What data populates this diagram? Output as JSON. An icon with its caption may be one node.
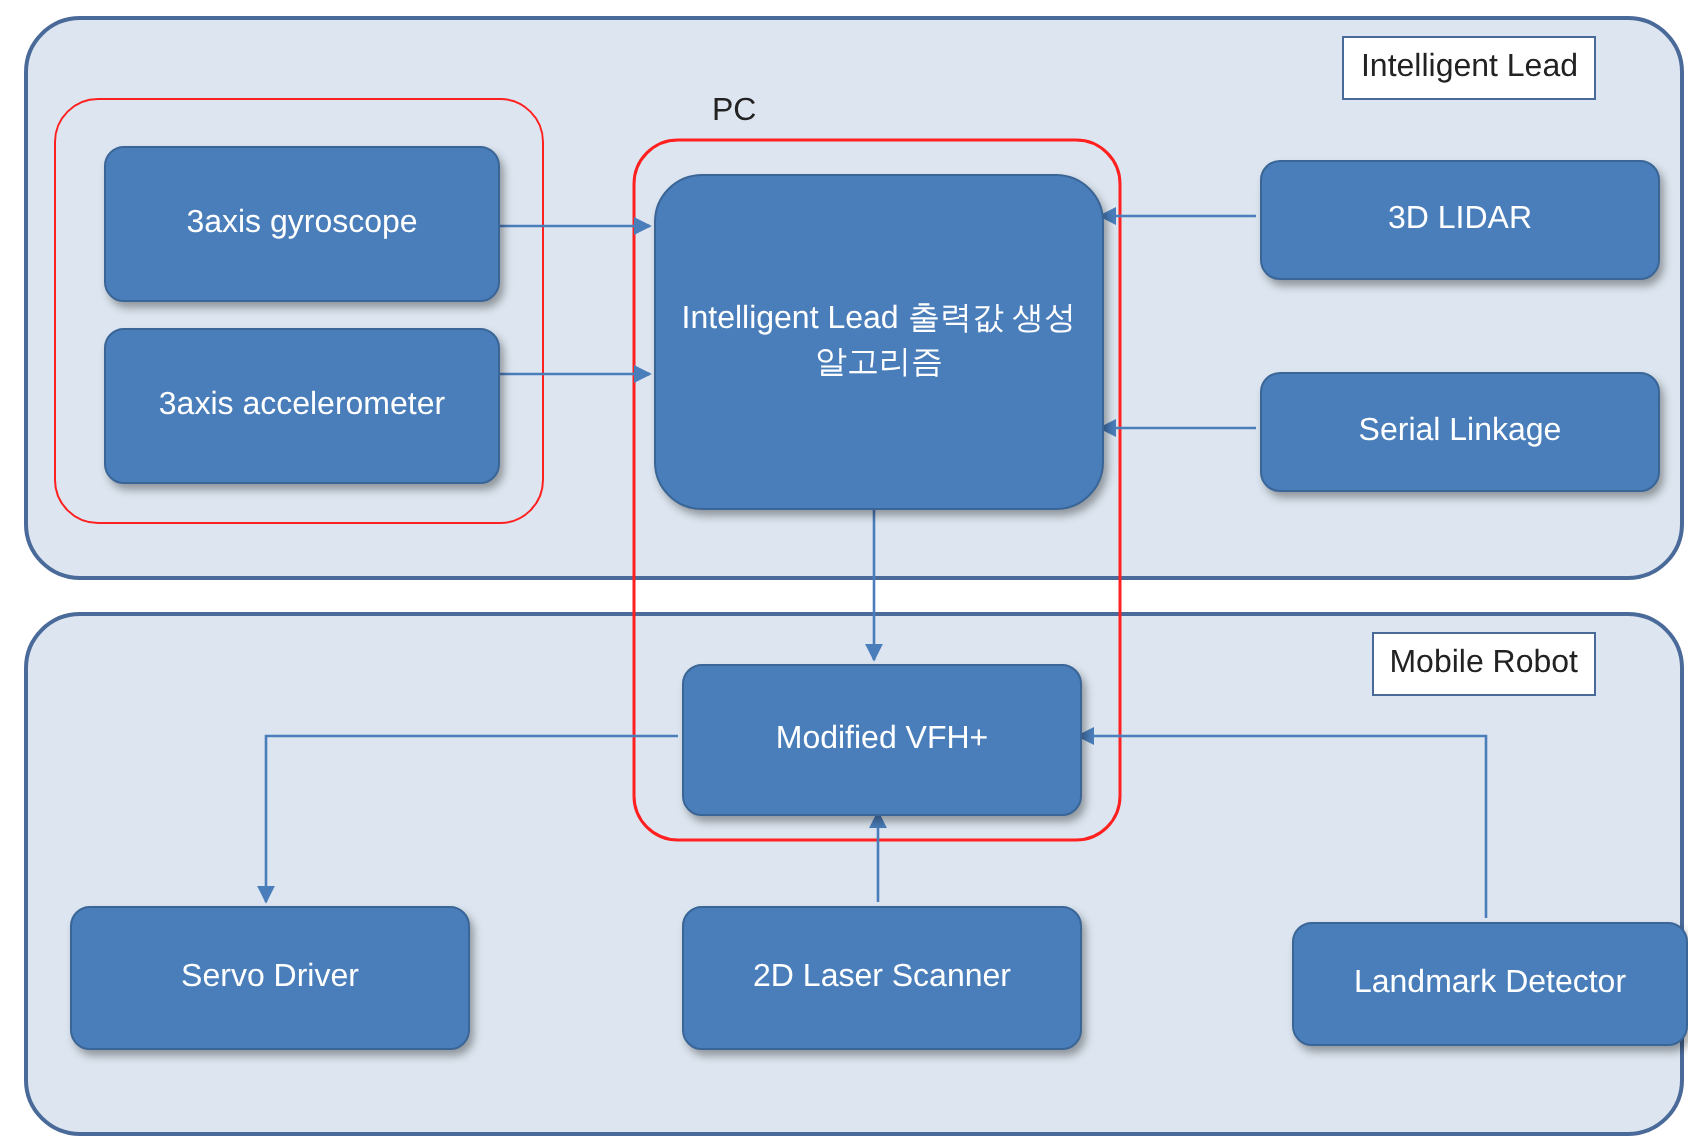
{
  "diagram": {
    "nodes": [
      {
        "text": [
          "Intelligent Lead"
        ]
      },
      {
        "text": [],
        "shape": "box",
        "in": 0
      },
      {
        "text": [
          "3axis gyroscope"
        ],
        "in": 1
      },
      {
        "text": [
          "3axis accelerometer"
        ],
        "in": 1
      },
      {
        "text": [
          "Intelligent Lead 출력값 생성 알고리즘"
        ],
        "in": 0
      },
      {
        "text": [
          "3D LIDAR"
        ],
        "in": 0
      },
      {
        "text": [
          "Serial Linkage"
        ],
        "in": 0
      },
      {
        "text": [
          "Mobile Robot"
        ]
      },
      {
        "text": [
          "Modified VFH+"
        ],
        "in": 7
      },
      {
        "text": [
          "Servo Driver"
        ],
        "in": 7
      },
      {
        "text": [
          "2D Laser Scanner"
        ],
        "in": 7
      },
      {
        "text": [
          "Landmark Detector"
        ],
        "in": 7
      }
    ],
    "edges": [
      {
        "from": 2,
        "to": 4,
        "arrow": "to"
      },
      {
        "from": 3,
        "to": 4,
        "arrow": "to"
      },
      {
        "from": 5,
        "to": 4,
        "arrow": "to"
      },
      {
        "from": 6,
        "to": 4,
        "arrow": "to"
      },
      {
        "from": 4,
        "to": 8,
        "arrow": "to"
      },
      {
        "from": 8,
        "to": 9,
        "arrow": "to"
      },
      {
        "from": 10,
        "to": 8,
        "arrow": "to"
      },
      {
        "from": 11,
        "to": 8,
        "arrow": "to"
      }
    ],
    "labels": [
      "PC"
    ]
  }
}
